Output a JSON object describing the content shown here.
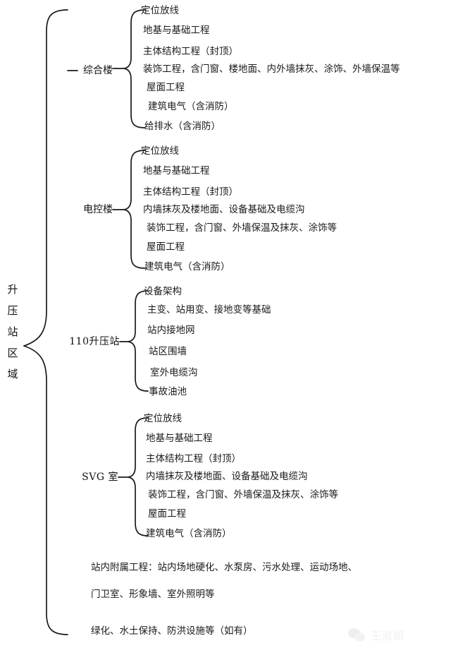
{
  "diagram": {
    "type": "bracket-tree",
    "root": {
      "label": "升压站区域",
      "chars": [
        "升",
        "压",
        "站",
        "区",
        "域"
      ]
    },
    "branches": [
      {
        "label": "综合楼",
        "label_style": "sans",
        "items": [
          "定位放线",
          "地基与基础工程",
          "主体结构工程（封顶）",
          "装饰工程，含门窗、楼地面、内外墙抹灰、涂饰、外墙保温等",
          "屋面工程",
          "建筑电气（含消防）",
          "给排水（含消防）"
        ]
      },
      {
        "label": "电控楼",
        "label_style": "sans",
        "items": [
          "定位放线",
          "地基与基础工程",
          "主体结构工程（封顶）",
          "内墙抹灰及楼地面、设备基础及电缆沟",
          "装饰工程，含门窗、外墙保温及抹灰、涂饰等",
          "屋面工程",
          "建筑电气（含消防）"
        ]
      },
      {
        "label": "110升压站",
        "label_style": "serif",
        "items": [
          "设备架构",
          "主变、站用变、接地变等基础",
          "站内接地网",
          "站区围墙",
          "室外电缆沟",
          "事故油池"
        ]
      },
      {
        "label": "SVG 室",
        "label_style": "serif",
        "items": [
          "定位放线",
          "地基与基础工程",
          "主体结构工程（封顶）",
          "内墙抹灰及楼地面、设备基础及电缆沟",
          "装饰工程，含门窗、外墙保温及抹灰、涂饰等",
          "屋面工程",
          "建筑电气（含消防）"
        ]
      }
    ],
    "tail_items": [
      "站内附属工程：站内场地硬化、水泵房、污水处理、运动场地、",
      "门卫室、形象墙、室外照明等",
      "绿化、水土保持、防洪设施等（如有）"
    ]
  },
  "watermark": {
    "text": "王淑娟",
    "logo": "wechat-logo"
  },
  "colors": {
    "background": "#ffffff",
    "stroke": "#1a1a1a",
    "text": "#1a1a1a",
    "watermark": "#d0d0d0"
  }
}
